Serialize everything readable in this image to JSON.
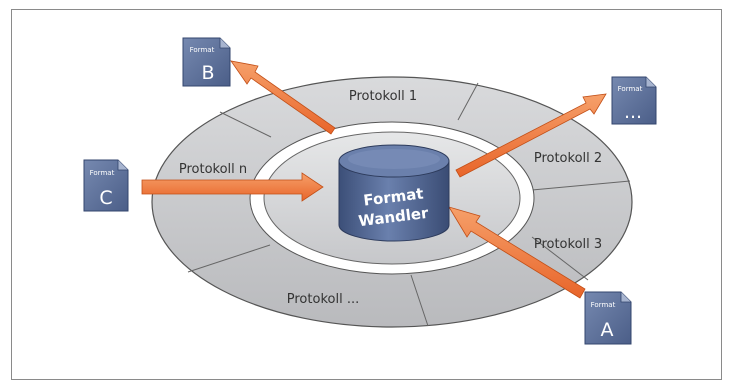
{
  "diagram": {
    "core": {
      "line1": "Format",
      "line2": "Wandler"
    },
    "protocols": {
      "p1": "Protokoll 1",
      "p2": "Protokoll 2",
      "p3": "Protokoll 3",
      "pn": "Protokoll n",
      "pdots": "Protokoll ..."
    },
    "documents": {
      "a": {
        "header": "Format",
        "letter": "A"
      },
      "b": {
        "header": "Format",
        "letter": "B"
      },
      "c": {
        "header": "Format",
        "letter": "C"
      },
      "dots": {
        "header": "Format",
        "letter": "..."
      }
    },
    "colors": {
      "ring": "#c9cacc",
      "ring_inner": "#d9dadb",
      "core": "#4d6390",
      "document": "#5b6e96",
      "arrow": "#f07a3a"
    }
  }
}
